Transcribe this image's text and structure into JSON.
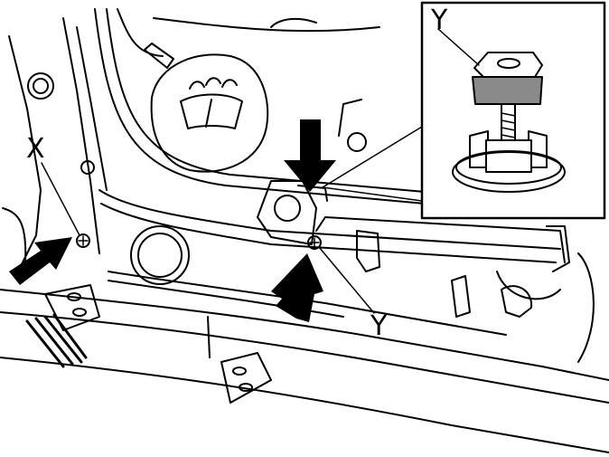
{
  "labels": {
    "x": "X",
    "y": "Y",
    "y_inset": "Y"
  },
  "colors": {
    "line": "#000000",
    "paper": "#ffffff",
    "cap_grey": "#8a8a8a",
    "arrow": "#000000"
  },
  "icons": {
    "washer_fluid_symbol": "windshield-washer-icon"
  }
}
